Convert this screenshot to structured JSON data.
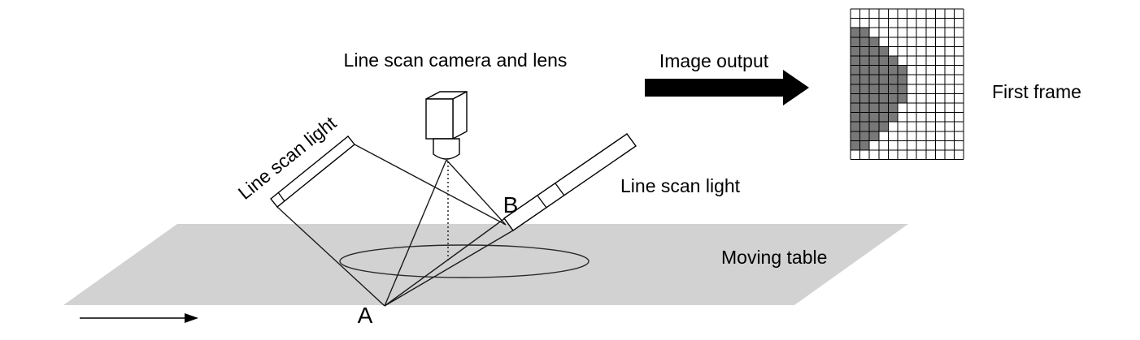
{
  "diagram": {
    "camera_label": "Line scan camera and lens",
    "left_light_label": "Line scan light",
    "right_light_label": "Line scan light",
    "table_label": "Moving table",
    "point_a": "A",
    "point_b": "B",
    "output_arrow_label": "Image output",
    "frame_label": "First frame"
  },
  "colors": {
    "table_fill": "#d2d2d2",
    "pixel_fill": "#787878",
    "line": "#000000"
  },
  "first_frame": {
    "cols": 12,
    "rows": 16,
    "gray_per_row": [
      0,
      0,
      2,
      3,
      4,
      5,
      6,
      6,
      6,
      6,
      5,
      5,
      4,
      3,
      2,
      0
    ]
  }
}
